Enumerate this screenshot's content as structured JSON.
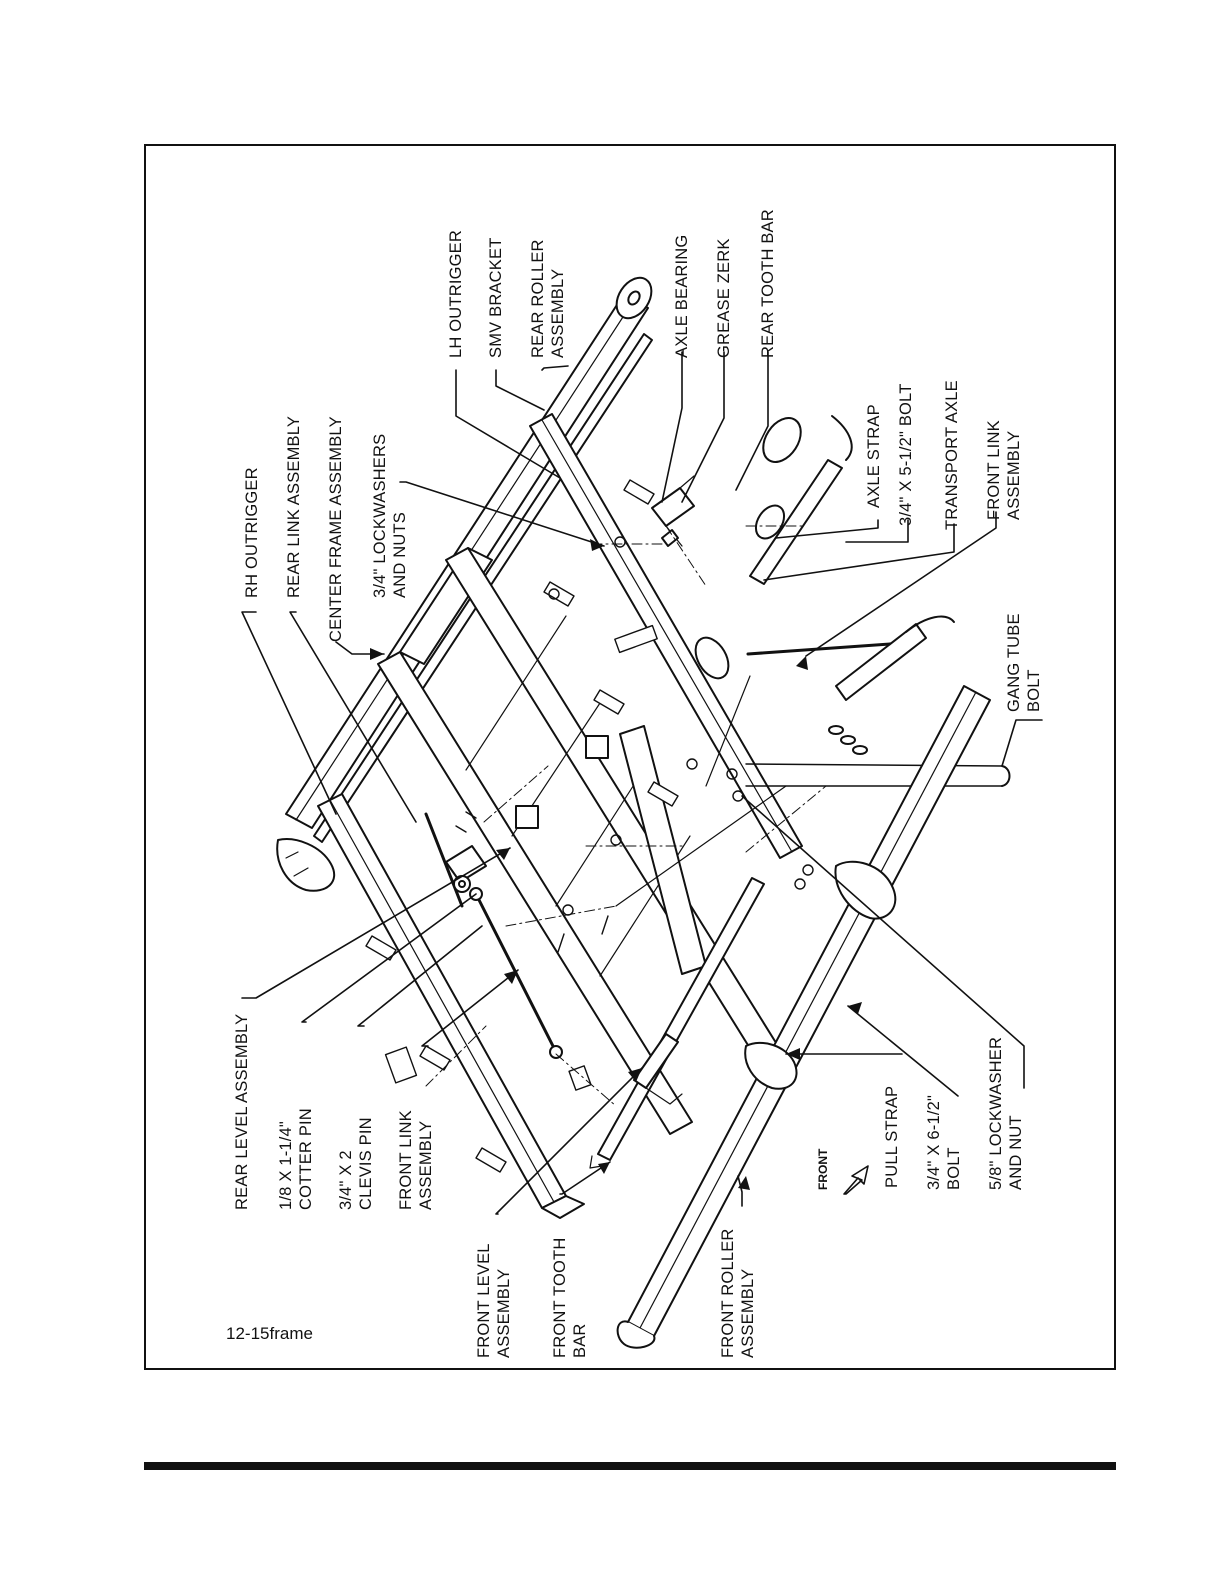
{
  "figure_id": "12-15frame",
  "direction_label": "FRONT",
  "labels": {
    "rh_outrigger": "RH OUTRIGGER",
    "rear_link_assembly": "REAR LINK ASSEMBLY",
    "center_frame_assembly": "CENTER FRAME ASSEMBLY",
    "lockwashers_nuts": "3/4\" LOCKWASHERS\nAND NUTS",
    "lh_outrigger": "LH OUTRIGGER",
    "smv_bracket": "SMV BRACKET",
    "rear_roller_assembly": "REAR ROLLER\nASSEMBLY",
    "axle_bearing": "AXLE BEARING",
    "grease_zerk": "GREASE ZERK",
    "rear_tooth_bar": "REAR TOOTH BAR",
    "axle_strap": "AXLE STRAP",
    "bolt_5_1_2": "3/4\" X 5-1/2\" BOLT",
    "transport_axle": "TRANSPORT AXLE",
    "front_link_assembly_right": "FRONT LINK\nASSEMBLY",
    "gang_tube_bolt": "GANG TUBE\nBOLT",
    "rear_level_assembly": "REAR LEVEL ASSEMBLY",
    "cotter_pin": "1/8 X 1-1/4\"\nCOTTER PIN",
    "clevis_pin": "3/4\" X 2\nCLEVIS PIN",
    "front_link_assembly_left": "FRONT LINK\nASSEMBLY",
    "front_level_assembly": "FRONT LEVEL\nASSEMBLY",
    "front_tooth_bar": "FRONT TOOTH\nBAR",
    "front_roller_assembly": "FRONT ROLLER\nASSEMBLY",
    "pull_strap": "PULL STRAP",
    "bolt_6_1_2": "3/4\" X 6-1/2\"\nBOLT",
    "lockwasher_nut_5_8": "5/8\" LOCKWASHER\nAND NUT"
  }
}
